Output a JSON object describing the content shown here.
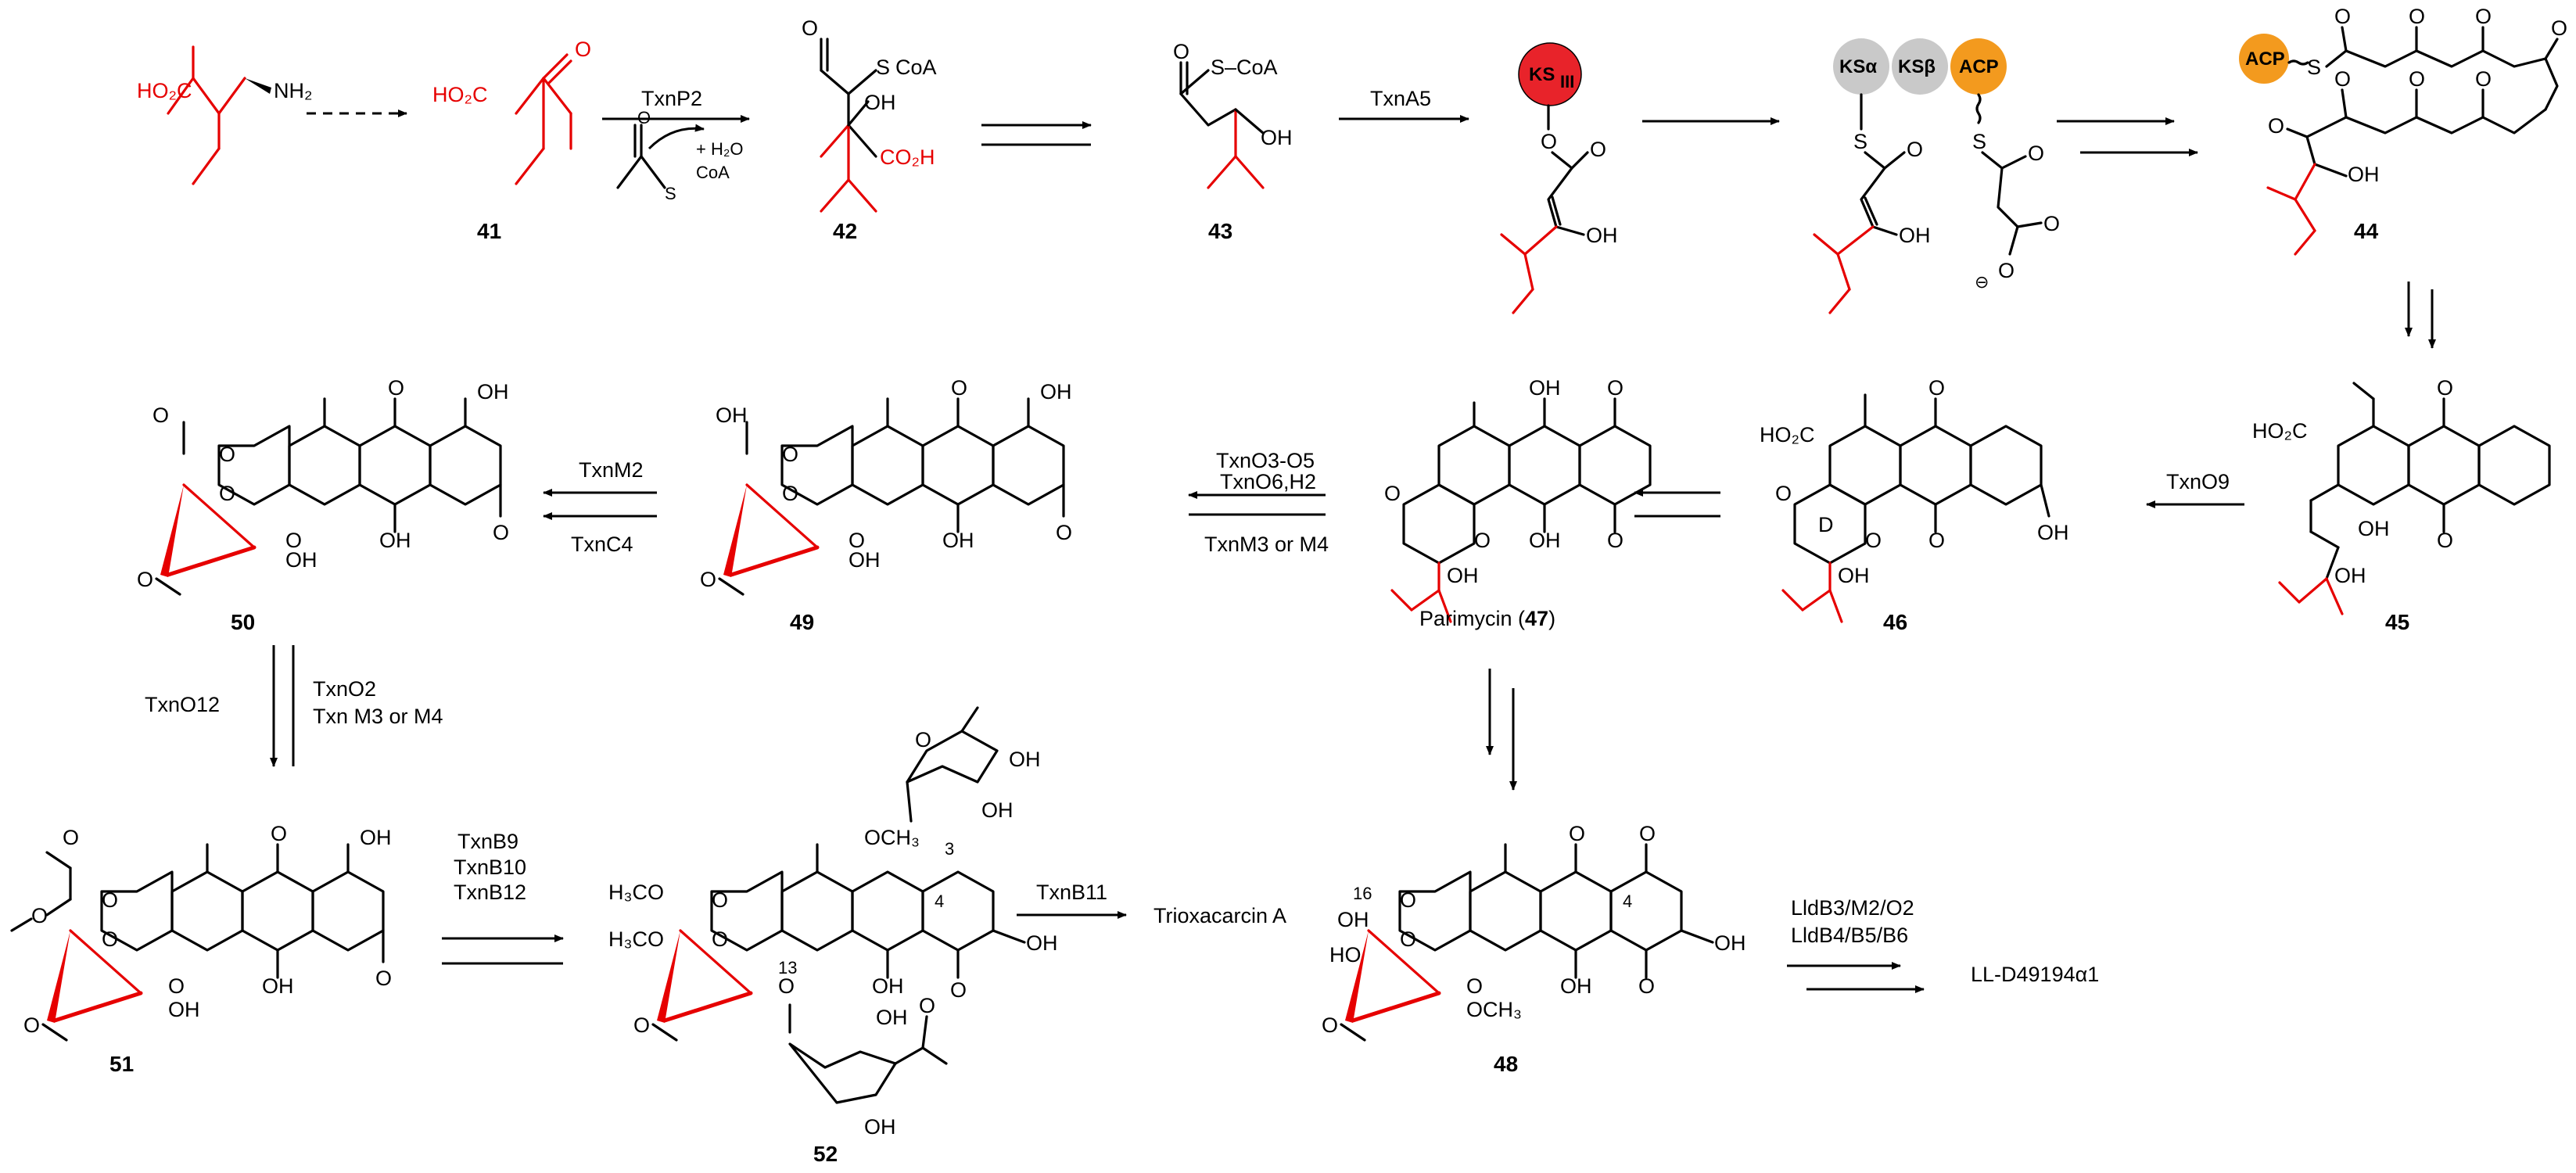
{
  "colors": {
    "highlight": "#e60000",
    "ks_iii": "#e8232a",
    "ks_subunit": "#c9c9c9",
    "acp": "#f39a1e"
  },
  "compounds": {
    "c41": "41",
    "c42": "42",
    "c43": "43",
    "c44": "44",
    "c45": "45",
    "c46": "46",
    "c47_prefix": "Parimycin (",
    "c47": "47",
    "c47_suffix": ")",
    "c48": "48",
    "c49": "49",
    "c50": "50",
    "c51": "51",
    "c52": "52"
  },
  "enzymes": {
    "txnP2": "TxnP2",
    "txnA5": "TxnA5",
    "txnO9": "TxnO9",
    "txnO3": "TxnO3-O5",
    "txnO6": "TxnO6,H2",
    "txnM3M4": "TxnM3 or M4",
    "txnM2": "TxnM2",
    "txnC4": "TxnC4",
    "txnO12": "TxnO12",
    "txnO2": "TxnO2",
    "txnM3M4b": "Txn M3 or M4",
    "txnB9": "TxnB9",
    "txnB10": "TxnB10",
    "txnB12": "TxnB12",
    "txnB11": "TxnB11",
    "lld1": "LldB3/M2/O2",
    "lld2": "LldB4/B5/B6"
  },
  "products": {
    "trioxacarcin": "Trioxacarcin A",
    "lld": "LL-D49194α1"
  },
  "domains": {
    "ks3": "KS",
    "ks3_sub": "III",
    "ksa": "KSα",
    "ksb": "KSβ",
    "acp": "ACP",
    "acp2": "ACP"
  },
  "atoms": {
    "ho2c": "HO₂C",
    "co2h": "CO₂H",
    "nh2": "NH₂",
    "oh": "OH",
    "o": "O",
    "s": "S",
    "coa": "CoA",
    "s_coa": "S–CoA",
    "h2o": "+ H₂O",
    "ho": "HO",
    "och3": "OCH₃",
    "h3co": "H₃CO",
    "d": "D",
    "neg": "⊖"
  },
  "positions": {
    "p4": "4",
    "p13": "13",
    "p16": "16",
    "p3": "3"
  }
}
